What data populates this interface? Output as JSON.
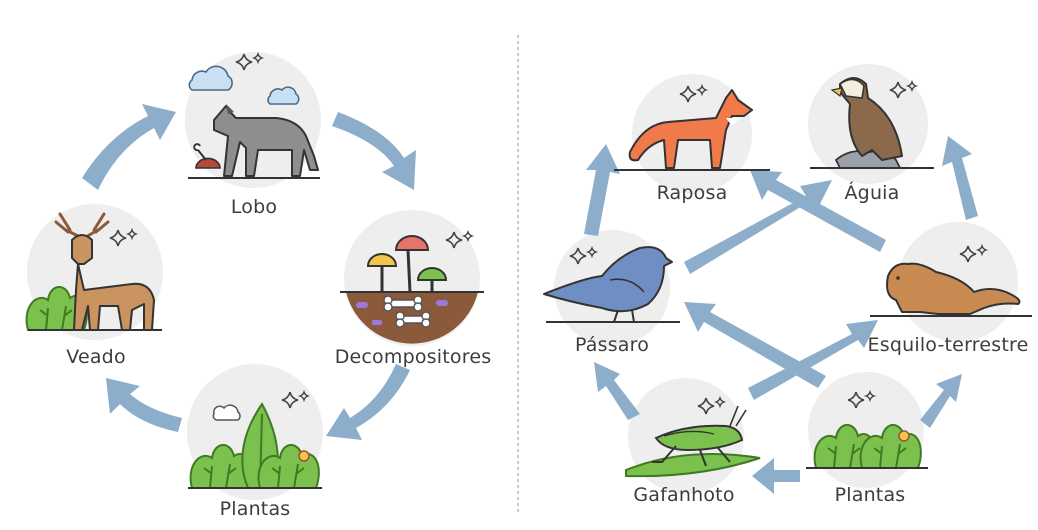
{
  "colors": {
    "arrow": "#8daecb",
    "label": "#3d3d3d",
    "circle": "#eeeeee",
    "divider": "#b8b8b8",
    "leaf": "#7cc04e",
    "sparkle": "#444444"
  },
  "left_cycle": {
    "nodes": {
      "wolf": {
        "label": "Lobo",
        "icon": "wolf-icon"
      },
      "decomposers": {
        "label": "Decompositores",
        "icon": "mushroom-soil-icon"
      },
      "plants": {
        "label": "Plantas",
        "icon": "plants-icon"
      },
      "deer": {
        "label": "Veado",
        "icon": "deer-icon"
      }
    },
    "flow": [
      "Lobo → Decompositores",
      "Decompositores → Plantas",
      "Plantas → Veado",
      "Veado → Lobo"
    ]
  },
  "right_web": {
    "nodes": {
      "fox": {
        "label": "Raposa",
        "icon": "fox-icon"
      },
      "eagle": {
        "label": "Águia",
        "icon": "eagle-icon"
      },
      "bird": {
        "label": "Pássaro",
        "icon": "bird-icon"
      },
      "squirrel": {
        "label": "Esquilo-terrestre",
        "icon": "ground-squirrel-icon"
      },
      "grasshopper": {
        "label": "Gafanhoto",
        "icon": "grasshopper-icon"
      },
      "plants": {
        "label": "Plantas",
        "icon": "plants-icon"
      }
    },
    "flow": [
      "Plantas → Gafanhoto",
      "Plantas → Pássaro",
      "Plantas → Esquilo-terrestre",
      "Gafanhoto → Pássaro",
      "Gafanhoto → Esquilo-terrestre",
      "Pássaro → Raposa",
      "Pássaro → Águia",
      "Esquilo-terrestre → Raposa",
      "Esquilo-terrestre → Águia"
    ]
  }
}
